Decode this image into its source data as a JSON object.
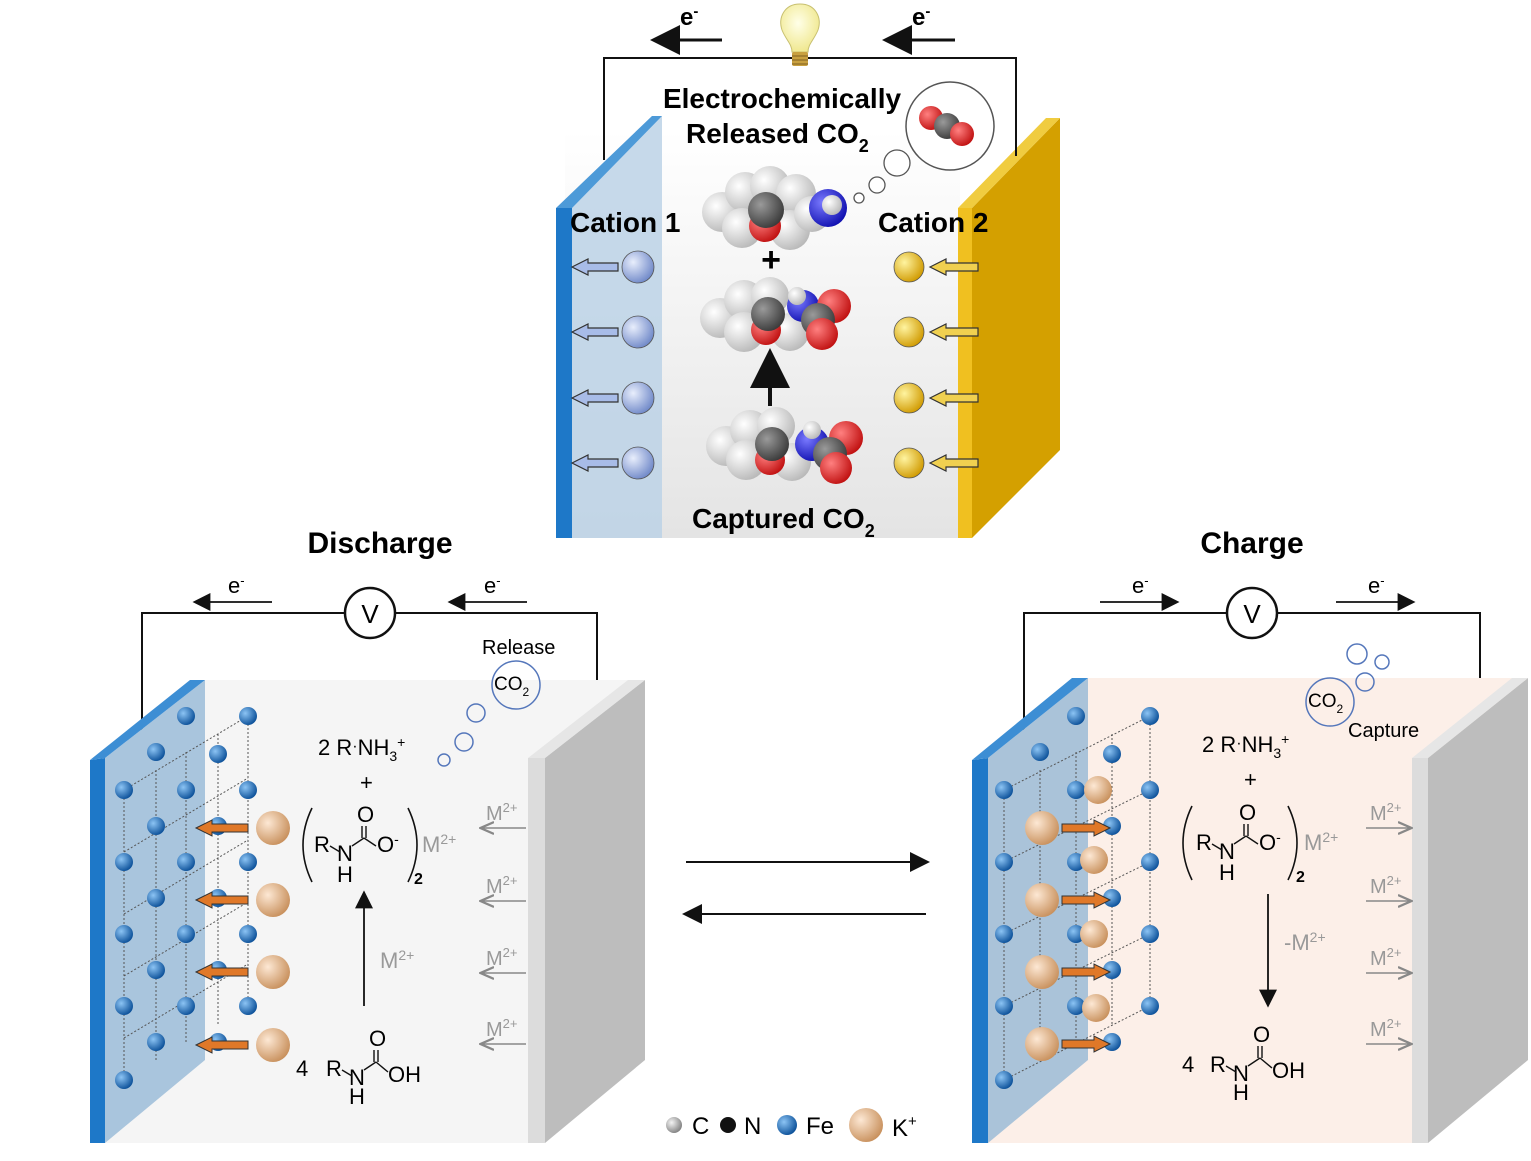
{
  "top_cell": {
    "electron_left": "e",
    "electron_right": "e",
    "electron_sup": "-",
    "released_line1": "Electrochemically",
    "released_line2": "Released CO",
    "released_sub": "2",
    "cation1": "Cation 1",
    "cation2": "Cation 2",
    "plus": "+",
    "captured": "Captured CO",
    "captured_sub": "2",
    "colors": {
      "left_electrode": "#1e78c8",
      "right_electrode": "#d4a000",
      "cation1": "#8fa8e0",
      "cation2": "#f0c020"
    }
  },
  "discharge": {
    "title": "Discharge",
    "electron": "e",
    "electron_sup": "-",
    "meter": "V",
    "release_label": "Release",
    "co2": "CO",
    "co2_sub": "2",
    "amine_coef": "2 R",
    "amine": "NH",
    "amine_sub": "3",
    "amine_sup": "+",
    "plus": "+",
    "carbamate_r": "R",
    "carbamate_n": "N",
    "carbamate_h": "H",
    "carbamate_o_top": "O",
    "carbamate_o_minus": "O",
    "minus_sup": "-",
    "metal": "M",
    "metal_sup": "2+",
    "paren_sub": "2",
    "arrow_label": "M",
    "arrow_label_sup": "2+",
    "acid_coef": "4",
    "acid_r": "R",
    "acid_n": "N",
    "acid_h": "H",
    "acid_o": "O",
    "acid_oh": "OH",
    "right_labels": [
      "M",
      "M",
      "M",
      "M"
    ],
    "right_label_sup": "2+",
    "colors": {
      "electrolyte": "#f5f5f5",
      "electrode": "#1e78c8",
      "counter": "#d0d0d0"
    }
  },
  "charge": {
    "title": "Charge",
    "electron": "e",
    "electron_sup": "-",
    "meter": "V",
    "capture_label": "Capture",
    "co2": "CO",
    "co2_sub": "2",
    "amine_coef": "2 R",
    "amine": "NH",
    "amine_sub": "3",
    "amine_sup": "+",
    "plus": "+",
    "carbamate_r": "R",
    "carbamate_n": "N",
    "carbamate_h": "H",
    "carbamate_o_top": "O",
    "carbamate_o_minus": "O",
    "minus_sup": "-",
    "metal": "M",
    "metal_sup": "2+",
    "paren_sub": "2",
    "arrow_label": "-M",
    "arrow_label_sup": "2+",
    "acid_coef": "4",
    "acid_r": "R",
    "acid_n": "N",
    "acid_h": "H",
    "acid_o": "O",
    "acid_oh": "OH",
    "right_labels": [
      "M",
      "M",
      "M",
      "M"
    ],
    "right_label_sup": "2+",
    "colors": {
      "electrolyte": "#fcefe8",
      "electrode": "#1e78c8",
      "counter": "#d0d0d0"
    }
  },
  "legend": {
    "items": [
      "C",
      "N",
      "Fe",
      "K"
    ],
    "k_sup": "+",
    "colors": {
      "C": "#b0b0b0",
      "N": "#111111",
      "Fe": "#1a6fc0",
      "K": "#e8b890"
    }
  }
}
